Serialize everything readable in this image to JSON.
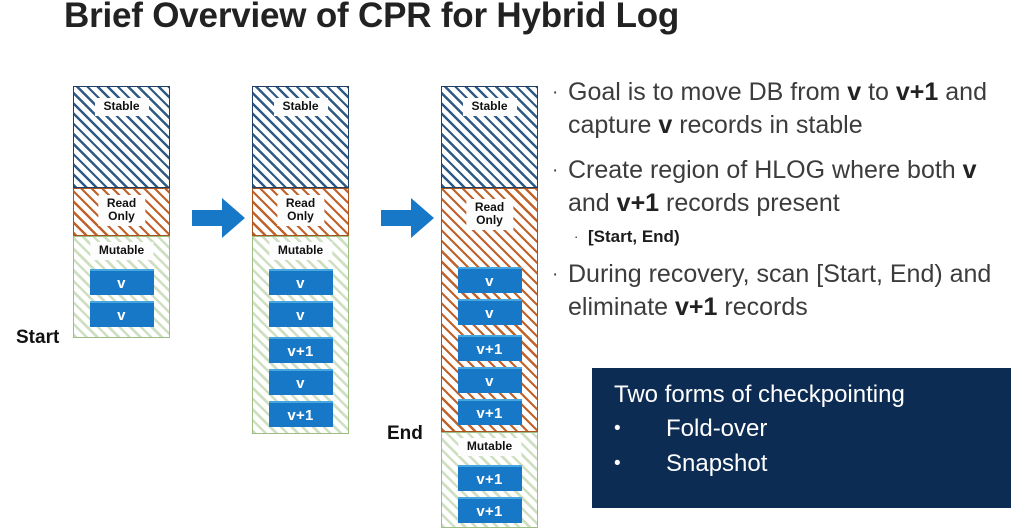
{
  "title": "Brief Overview of CPR for Hybrid Log",
  "captions": {
    "start": "Start",
    "end": "End"
  },
  "labels": {
    "stable": "Stable",
    "read_only": "Read\nOnly",
    "mutable": "Mutable",
    "v": "v",
    "v1": "v+1"
  },
  "columns": [
    {
      "name": "start-state",
      "caption": "Start",
      "regions": [
        {
          "type": "stable",
          "label": "Stable",
          "records": []
        },
        {
          "type": "read-only",
          "label": "Read\nOnly",
          "records": []
        },
        {
          "type": "mutable",
          "label": "Mutable",
          "records": [
            "v",
            "v"
          ]
        }
      ]
    },
    {
      "name": "middle-state",
      "caption": "",
      "regions": [
        {
          "type": "stable",
          "label": "Stable",
          "records": []
        },
        {
          "type": "read-only",
          "label": "Read\nOnly",
          "records": []
        },
        {
          "type": "mutable",
          "label": "Mutable",
          "records": [
            "v",
            "v",
            "v+1",
            "v",
            "v+1"
          ]
        }
      ]
    },
    {
      "name": "end-state",
      "caption": "End",
      "regions": [
        {
          "type": "stable",
          "label": "Stable",
          "records": []
        },
        {
          "type": "read-only",
          "label": "Read\nOnly",
          "records": [
            "v",
            "v",
            "v+1",
            "v",
            "v+1"
          ]
        },
        {
          "type": "mutable",
          "label": "Mutable",
          "records": [
            "v+1",
            "v+1"
          ]
        }
      ]
    }
  ],
  "bullets": [
    {
      "dot": "·",
      "html": "Goal is to move DB from <b>v</b> to <b>v+1</b> and capture <b>v</b> records in stable"
    },
    {
      "dot": "·",
      "html": "Create region of HLOG where both <b>v</b> and <b>v+1</b> records present"
    },
    {
      "dot": "·",
      "html": "During recovery, scan [Start, End) and eliminate <b>v+1</b> records"
    }
  ],
  "sub_bullet": {
    "dot": "·",
    "text": "[Start, End)"
  },
  "callout": {
    "title": "Two forms of checkpointing",
    "items": [
      {
        "dot": "•",
        "label": "Fold-over"
      },
      {
        "dot": "•",
        "label": "Snapshot"
      }
    ]
  },
  "colors": {
    "record_blue": "#1878c8",
    "record_blue_top": "#45a6e0",
    "stable_hatch": "#2e5a86",
    "read_only_hatch": "#c0622a",
    "mutable_hatch": "#cfe0c2",
    "callout_navy": "#0d2c54",
    "arrow_blue": "#1878c8"
  },
  "arrows": [
    {
      "name": "arrow-start-to-middle"
    },
    {
      "name": "arrow-middle-to-end"
    }
  ]
}
